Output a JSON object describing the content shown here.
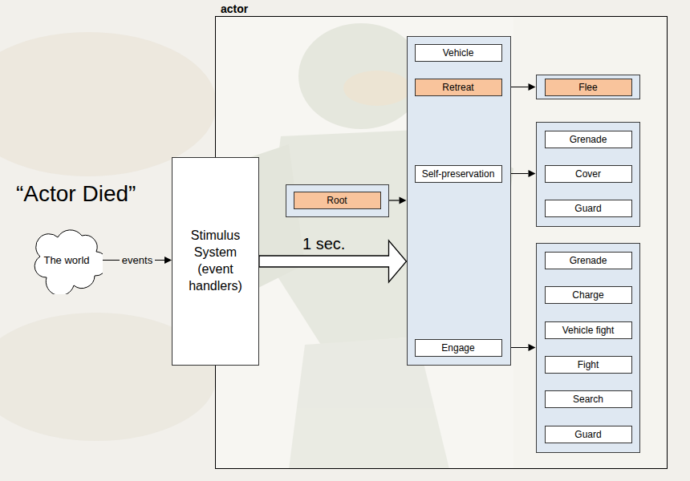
{
  "diagram": {
    "nodes": [
      {
        "text": [
          "The world"
        ]
      },
      {
        "text": [
          "Stimulus System (event handlers)"
        ]
      },
      {
        "text": [
          "actor"
        ]
      },
      {
        "text": [],
        "in": 2
      },
      {
        "text": [
          "Root"
        ],
        "in": 3
      },
      {
        "text": [],
        "in": 2
      },
      {
        "text": [
          "Vehicle"
        ],
        "in": 5
      },
      {
        "text": [
          "Retreat"
        ],
        "in": 5
      },
      {
        "text": [
          "Self-preservation"
        ],
        "in": 5
      },
      {
        "text": [
          "Engage"
        ],
        "in": 5
      },
      {
        "text": [],
        "in": 2
      },
      {
        "text": [
          "Flee"
        ],
        "in": 10
      },
      {
        "text": [],
        "in": 2
      },
      {
        "text": [
          "Grenade"
        ],
        "in": 12
      },
      {
        "text": [
          "Cover"
        ],
        "in": 12
      },
      {
        "text": [
          "Guard"
        ],
        "in": 12
      },
      {
        "text": [],
        "in": 2
      },
      {
        "text": [
          "Grenade"
        ],
        "in": 16
      },
      {
        "text": [
          "Charge"
        ],
        "in": 16
      },
      {
        "text": [
          "Vehicle fight"
        ],
        "in": 16
      },
      {
        "text": [
          "Fight"
        ],
        "in": 16
      },
      {
        "text": [
          "Search"
        ],
        "in": 16
      },
      {
        "text": [
          "Guard"
        ],
        "in": 16
      }
    ],
    "edges": [
      {
        "from": 0,
        "to": 1,
        "arrow": "to",
        "label": "events"
      },
      {
        "from": 1,
        "to": 5,
        "arrow": "to",
        "label": "1 sec."
      },
      {
        "from": 3,
        "to": 5,
        "arrow": "to"
      },
      {
        "from": 7,
        "to": 10,
        "arrow": "to"
      },
      {
        "from": 8,
        "to": 12,
        "arrow": "to"
      },
      {
        "from": 9,
        "to": 16,
        "arrow": "to"
      }
    ],
    "labels": [
      "“Actor Died”"
    ]
  }
}
